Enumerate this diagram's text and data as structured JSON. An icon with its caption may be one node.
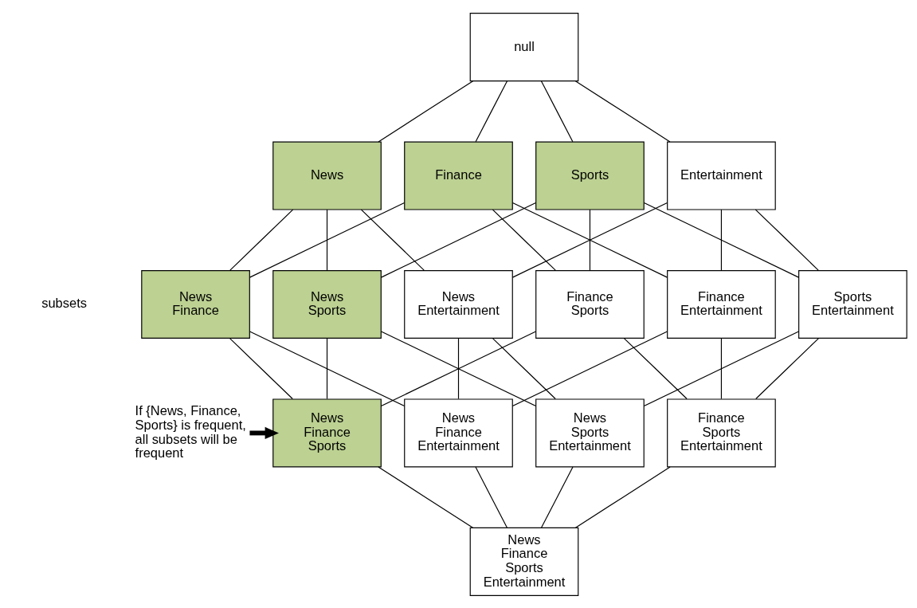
{
  "diagram": {
    "nodes": [
      {
        "text": [
          "null"
        ]
      },
      {
        "text": [
          "News"
        ]
      },
      {
        "text": [
          "Finance"
        ]
      },
      {
        "text": [
          "Sports"
        ]
      },
      {
        "text": [
          "Entertainment"
        ]
      },
      {
        "text": [
          "News Finance"
        ]
      },
      {
        "text": [
          "News Sports"
        ]
      },
      {
        "text": [
          "News Entertainment"
        ]
      },
      {
        "text": [
          "Finance Sports"
        ]
      },
      {
        "text": [
          "Finance Entertainment"
        ]
      },
      {
        "text": [
          "Sports Entertainment"
        ]
      },
      {
        "text": [
          "News Finance Sports"
        ]
      },
      {
        "text": [
          "News Finance Entertainment"
        ]
      },
      {
        "text": [
          "News Sports Entertainment"
        ]
      },
      {
        "text": [
          "Finance Sports Entertainment"
        ]
      },
      {
        "text": [
          "News Finance Sports Entertainment"
        ]
      },
      {
        "text": [
          "If {News, Finance, Sports} is frequent, all subsets will be frequent"
        ]
      }
    ],
    "edges": [
      {
        "from": 0,
        "to": 1,
        "arrow": "none"
      },
      {
        "from": 0,
        "to": 2,
        "arrow": "none"
      },
      {
        "from": 0,
        "to": 3,
        "arrow": "none"
      },
      {
        "from": 0,
        "to": 4,
        "arrow": "none"
      },
      {
        "from": 1,
        "to": 5,
        "arrow": "none"
      },
      {
        "from": 1,
        "to": 6,
        "arrow": "none"
      },
      {
        "from": 1,
        "to": 7,
        "arrow": "none"
      },
      {
        "from": 2,
        "to": 5,
        "arrow": "none"
      },
      {
        "from": 2,
        "to": 8,
        "arrow": "none"
      },
      {
        "from": 2,
        "to": 9,
        "arrow": "none"
      },
      {
        "from": 3,
        "to": 6,
        "arrow": "none"
      },
      {
        "from": 3,
        "to": 8,
        "arrow": "none"
      },
      {
        "from": 3,
        "to": 10,
        "arrow": "none"
      },
      {
        "from": 4,
        "to": 7,
        "arrow": "none"
      },
      {
        "from": 4,
        "to": 9,
        "arrow": "none"
      },
      {
        "from": 4,
        "to": 10,
        "arrow": "none"
      },
      {
        "from": 5,
        "to": 11,
        "arrow": "none"
      },
      {
        "from": 5,
        "to": 12,
        "arrow": "none"
      },
      {
        "from": 6,
        "to": 11,
        "arrow": "none"
      },
      {
        "from": 6,
        "to": 13,
        "arrow": "none"
      },
      {
        "from": 7,
        "to": 12,
        "arrow": "none"
      },
      {
        "from": 7,
        "to": 13,
        "arrow": "none"
      },
      {
        "from": 8,
        "to": 11,
        "arrow": "none"
      },
      {
        "from": 8,
        "to": 14,
        "arrow": "none"
      },
      {
        "from": 9,
        "to": 12,
        "arrow": "none"
      },
      {
        "from": 9,
        "to": 14,
        "arrow": "none"
      },
      {
        "from": 10,
        "to": 13,
        "arrow": "none"
      },
      {
        "from": 10,
        "to": 14,
        "arrow": "none"
      },
      {
        "from": 11,
        "to": 15,
        "arrow": "none"
      },
      {
        "from": 12,
        "to": 15,
        "arrow": "none"
      },
      {
        "from": 13,
        "to": 15,
        "arrow": "none"
      },
      {
        "from": 14,
        "to": 15,
        "arrow": "none"
      },
      {
        "from": 16,
        "to": 11,
        "arrow": "to",
        "style": "thick"
      }
    ],
    "labels": [
      "subsets"
    ]
  }
}
